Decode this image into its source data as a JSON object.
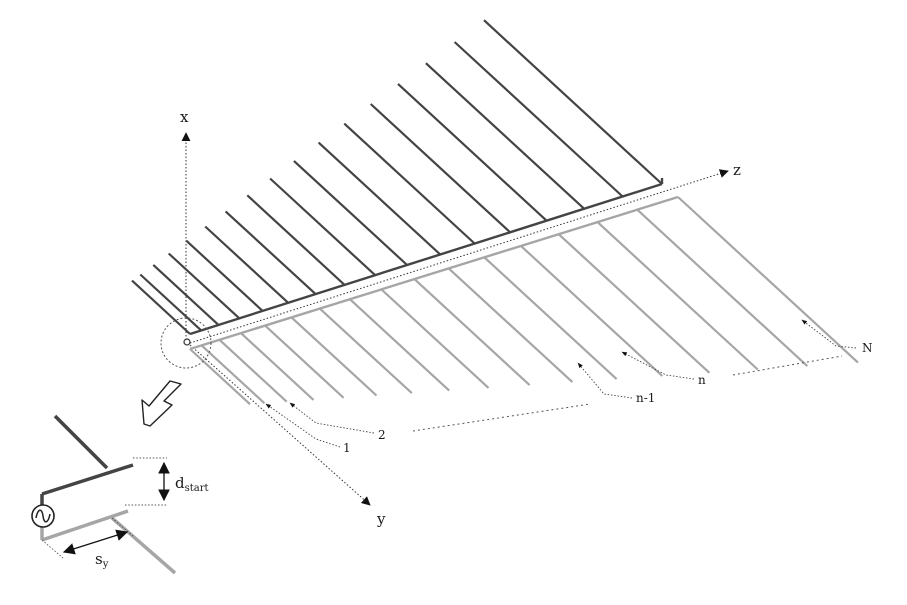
{
  "axes": {
    "x": "x",
    "y": "y",
    "z": "z"
  },
  "element_labels": {
    "first": "1",
    "second": "2",
    "n_minus_1": "n-1",
    "n": "n",
    "last": "N"
  },
  "inset": {
    "d_main": "d",
    "d_sub": "start",
    "s_main": "s",
    "s_sub": "y"
  },
  "colors": {
    "dark_conductor": "#444444",
    "light_conductor": "#a6a6a6",
    "line": "#222222"
  }
}
